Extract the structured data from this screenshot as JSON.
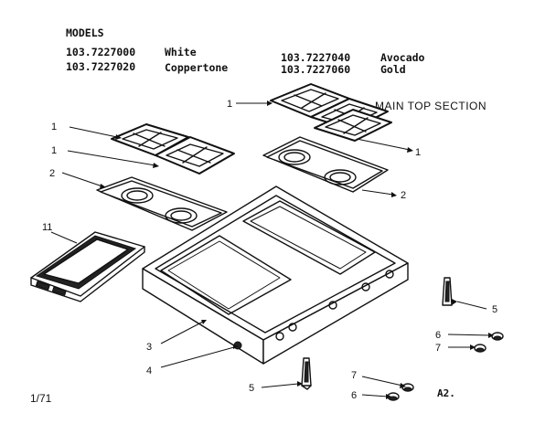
{
  "header": {
    "title": "MODELS",
    "models": [
      {
        "number": "103.7227000",
        "color": "White"
      },
      {
        "number": "103.7227040",
        "color": "Avocado"
      },
      {
        "number": "103.7227020",
        "color": "Coppertone"
      },
      {
        "number": "103.7227060",
        "color": "Gold"
      }
    ]
  },
  "section_title": "MAIN TOP SECTION",
  "callouts": {
    "grate_top": "1",
    "grate_left_a": "1",
    "grate_left_b": "1",
    "grate_right": "1",
    "burner_box_left": "2",
    "burner_box_right": "2",
    "main_top": "3",
    "screw": "4",
    "bracket_left": "5",
    "bracket_right": "5",
    "knob_upper": "6",
    "knob_lower": "6",
    "clip_upper": "7",
    "clip_lower": "7",
    "panel": "11"
  },
  "footer": {
    "date": "1/71",
    "page_code": "A2."
  }
}
